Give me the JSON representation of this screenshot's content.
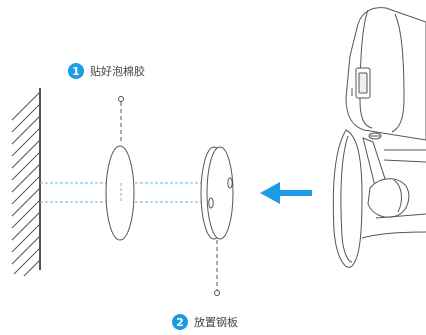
{
  "steps": [
    {
      "number": "1",
      "label": "贴好泡棉胶"
    },
    {
      "number": "2",
      "label": "放置钢板"
    }
  ],
  "colors": {
    "accent": "#1e9be6",
    "line": "#555555",
    "guide": "#5bb8e8"
  },
  "icons": {
    "arrow": "arrow-left-icon"
  }
}
